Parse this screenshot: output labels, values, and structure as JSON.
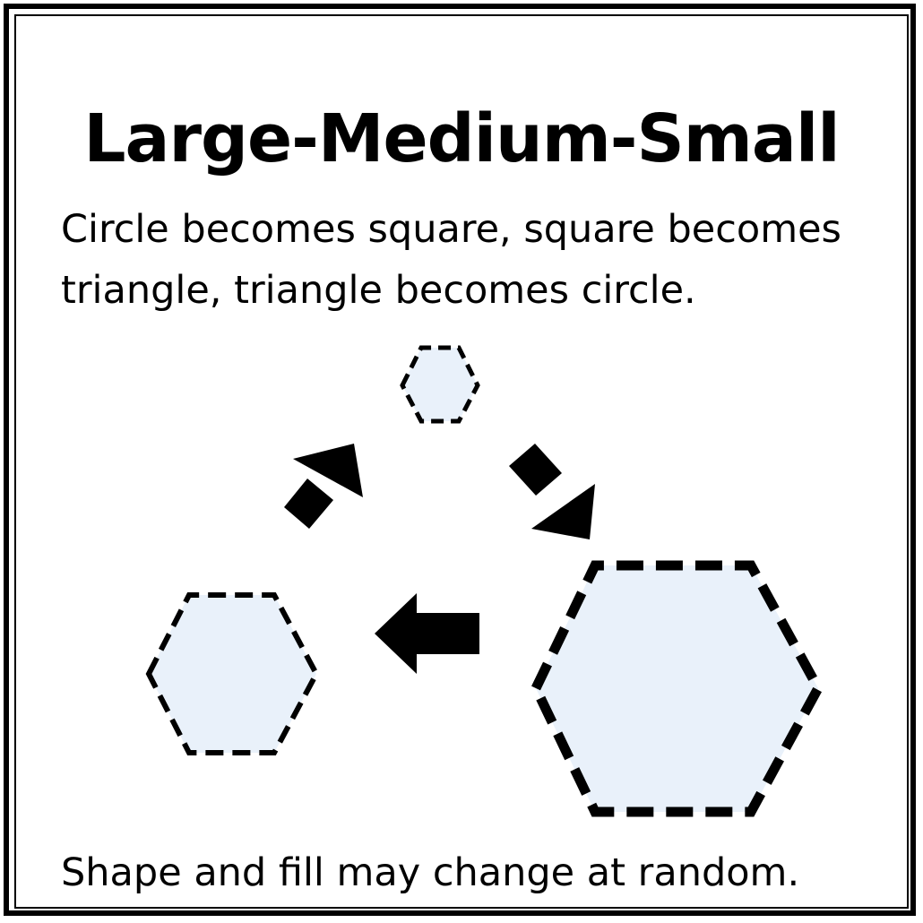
{
  "title": "Large-Medium-Small",
  "instruction": "Circle becomes square, square becomes triangle, triangle becomes circle.",
  "footer": "Shape and fill may change at random.",
  "colors": {
    "shape_fill": "#e9f1fa",
    "stroke": "#000000",
    "arrow": "#000000"
  },
  "shapes": [
    {
      "name": "small-hexagon",
      "size": "small",
      "shape": "hexagon",
      "border": "dashed"
    },
    {
      "name": "large-hexagon",
      "size": "large",
      "shape": "hexagon",
      "border": "dashed"
    },
    {
      "name": "medium-hexagon",
      "size": "medium",
      "shape": "hexagon",
      "border": "dashed"
    }
  ],
  "arrows": [
    {
      "name": "arrow-medium-to-small",
      "icon": "arrow-up-right-icon"
    },
    {
      "name": "arrow-small-to-large",
      "icon": "arrow-down-right-icon"
    },
    {
      "name": "arrow-large-to-medium",
      "icon": "arrow-left-icon"
    }
  ]
}
